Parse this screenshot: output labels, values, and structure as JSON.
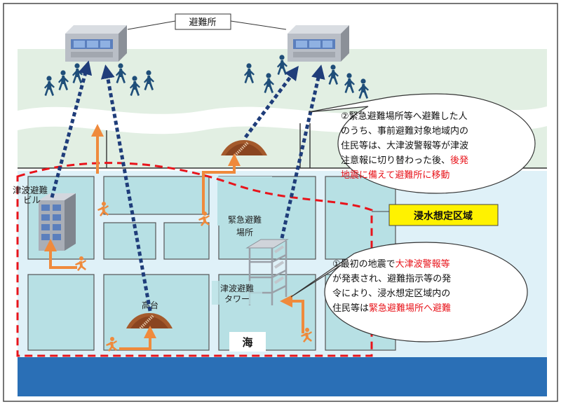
{
  "labels": {
    "shelter": "避難所",
    "tsunami_building_1": "津波避難",
    "tsunami_building_2": "ビル",
    "emergency_place_1": "緊急避難",
    "emergency_place_2": "場所",
    "tsunami_tower_1": "津波避難",
    "tsunami_tower_2": "タワー",
    "high_ground": "高台",
    "sea": "海",
    "inundation_zone": "浸水想定区域"
  },
  "callout1": {
    "line1_a": "①最初の地震で",
    "line1_b": "大津波警報等",
    "line2": "が発表され、避難指示等の発",
    "line3": "令により、浸水想定区域内の",
    "line4_a": "住民等は",
    "line4_b": "緊急避難場所へ避難"
  },
  "callout2": {
    "line1": "②緊急避難場所等へ避難した人",
    "line2": "のうち、事前避難対象地域内の",
    "line3": "住民等は、大津波警報等が津波",
    "line4_a": "注意報に切り替わった後、",
    "line4_b": "後発",
    "line5": "地震に備えて避難所に移動"
  },
  "colors": {
    "highlight_red": "#e8141b",
    "route_orange": "#ef8a3c",
    "path_navy": "#1f3d7a",
    "zone_yellow": "#fff200"
  }
}
